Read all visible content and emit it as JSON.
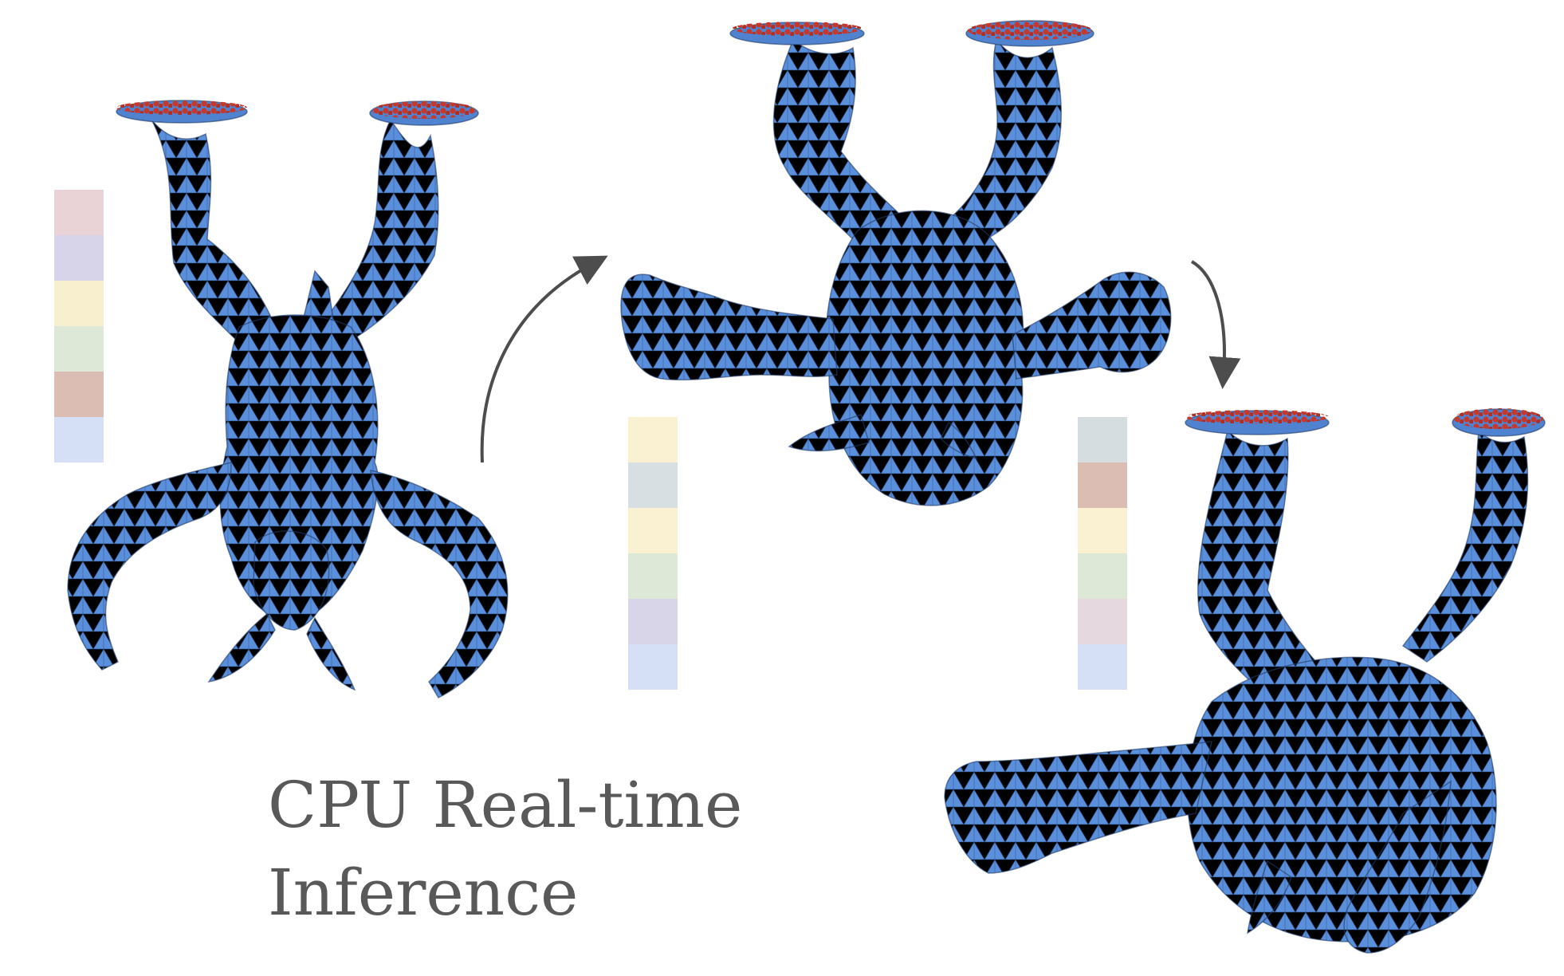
{
  "caption": {
    "line1": "CPU Real-time",
    "line2": "Inference"
  },
  "colors": {
    "mesh_fill": "#5589d6",
    "mesh_dark": "#3c6fbd",
    "mesh_edge": "#1f3a66",
    "anchor_points": "#c8382a",
    "arrow": "#4d4d4d",
    "caption_text": "#595959"
  },
  "palettes": {
    "pose_1": [
      "#ead3d6",
      "#d7d4e9",
      "#f8efcf",
      "#dde8d6",
      "#dcbdb3",
      "#d5e0f6"
    ],
    "pose_2": [
      "#faf0d2",
      "#d7dfe2",
      "#faf0d2",
      "#dde8d6",
      "#d9d5e8",
      "#d5e0f6"
    ],
    "pose_3": [
      "#d5dde0",
      "#dcbdb3",
      "#faf0d2",
      "#dde8d6",
      "#e5d8de",
      "#d5e0f6"
    ]
  },
  "figures": [
    {
      "name": "pose-1-inverted-armadillo"
    },
    {
      "name": "pose-2-inverted-armadillo"
    },
    {
      "name": "pose-3-inverted-armadillo"
    }
  ]
}
